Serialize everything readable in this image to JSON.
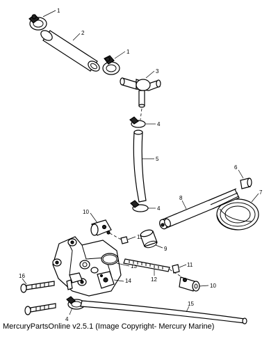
{
  "caption": "MercuryPartsOnline v2.5.1 (Image Copyright- Mercury Marine)",
  "callouts": {
    "c1a": "1",
    "c2": "2",
    "c1b": "1",
    "c3": "3",
    "c4a": "4",
    "c5": "5",
    "c6": "6",
    "c7": "7",
    "c8": "8",
    "c4b": "4",
    "c10a": "10",
    "c11a": "11",
    "c9": "9",
    "c13": "13",
    "c12": "12",
    "c11b": "11",
    "c16": "16",
    "c14": "14",
    "c10b": "10",
    "c4c": "4",
    "c15": "15"
  }
}
